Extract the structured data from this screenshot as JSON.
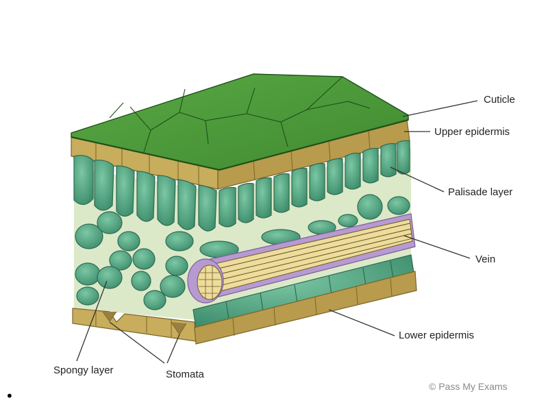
{
  "labels": {
    "cuticle": "Cuticle",
    "upper_epidermis": "Upper epidermis",
    "palisade_layer": "Palisade layer",
    "vein": "Vein",
    "lower_epidermis": "Lower epidermis",
    "spongy_layer": "Spongy layer",
    "stomata": "Stomata"
  },
  "copyright": "© Pass My Exams",
  "bullet": "•",
  "colors": {
    "cuticle": "#4e9a3c",
    "epidermis": "#c7ad5c",
    "palisade": "#5fae8e",
    "spongy_bg": "#d8e7c4",
    "vein_xylem": "#eddc9c",
    "vein_sheath": "#b79ad1"
  }
}
